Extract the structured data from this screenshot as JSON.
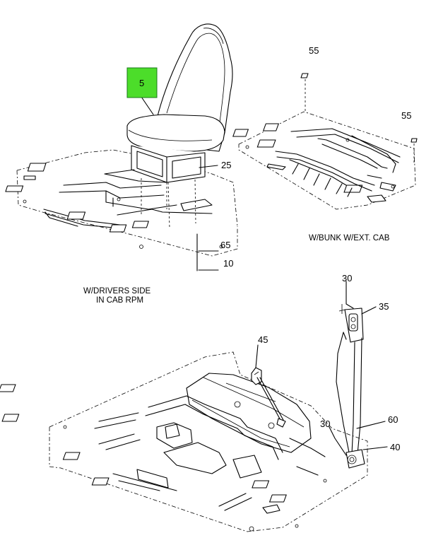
{
  "callouts": {
    "c5": "5",
    "c25": "25",
    "c65": "65",
    "c10": "10",
    "c55a": "55",
    "c55b": "55",
    "c30a": "30",
    "c35": "35",
    "c45": "45",
    "c60": "60",
    "c30b": "30",
    "c40": "40"
  },
  "captions": {
    "bunk": "W/BUNK W/EXT. CAB",
    "drivers_line1": "W/DRIVERS SIDE",
    "drivers_line2": "IN CAB RPM"
  },
  "colors": {
    "highlight": "#4cdd2a",
    "line": "#000000"
  }
}
